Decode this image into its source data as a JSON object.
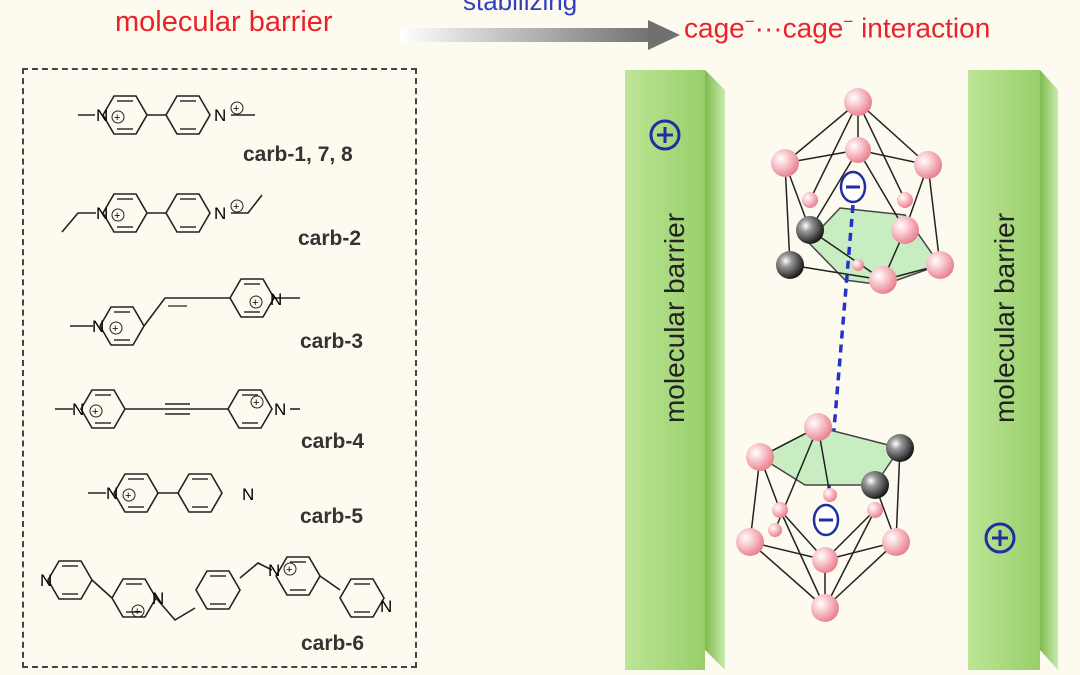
{
  "header": {
    "left_title": "molecular barrier",
    "arrow_label": "stabilizing",
    "right_title_prefix": "cage",
    "right_title_mid": "···cage",
    "right_title_suffix": " interaction",
    "charge_sup": "−"
  },
  "molecules": [
    {
      "label": "carb-1, 7, 8"
    },
    {
      "label": "carb-2"
    },
    {
      "label": "carb-3"
    },
    {
      "label": "carb-4"
    },
    {
      "label": "carb-5"
    },
    {
      "label": "carb-6"
    }
  ],
  "barriers": {
    "left_label": "molecular barrier",
    "right_label": "molecular barrier",
    "plus_sign": "+"
  },
  "cages": {
    "minus_sign": "−"
  },
  "colors": {
    "red_text": "#e8232a",
    "blue_text": "#2f3fbf",
    "barrier_green": "#a8d878",
    "boron_pink": "#f6b3bd",
    "carbon_dark": "#333333"
  }
}
